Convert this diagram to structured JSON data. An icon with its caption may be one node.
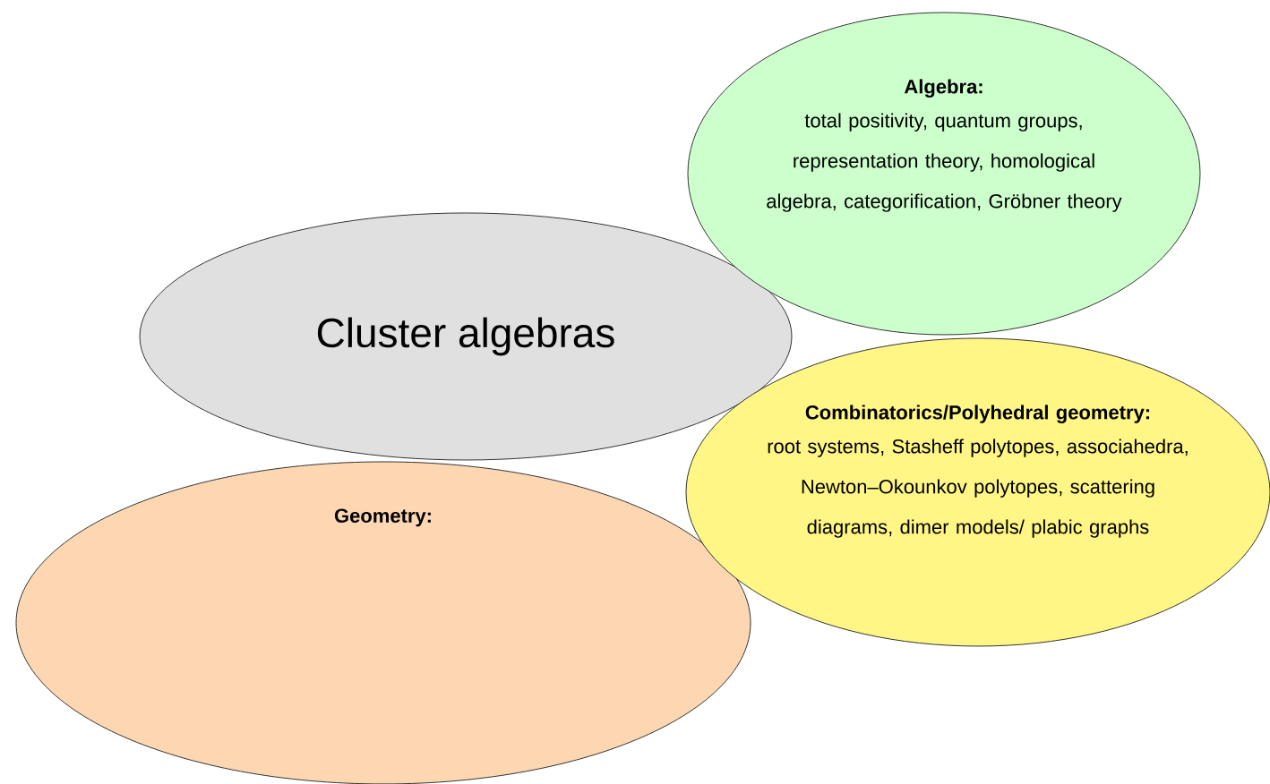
{
  "diagram": {
    "nodes": [
      {
        "text": [
          "Algebra:",
          "total positivity, quantum groups, representation theory, homological algebra, categorification, Gröbner theory"
        ]
      },
      {
        "text": [
          "Cluster algebras"
        ]
      },
      {
        "text": [
          "Combinatorics/Polyhedral geometry:",
          "root systems, Stasheff polytopes, associahedra, Newton–Okounkov polytopes, scattering diagrams, dimer models/ plabic graphs"
        ]
      },
      {
        "text": [
          "Geometry:"
        ]
      }
    ]
  }
}
